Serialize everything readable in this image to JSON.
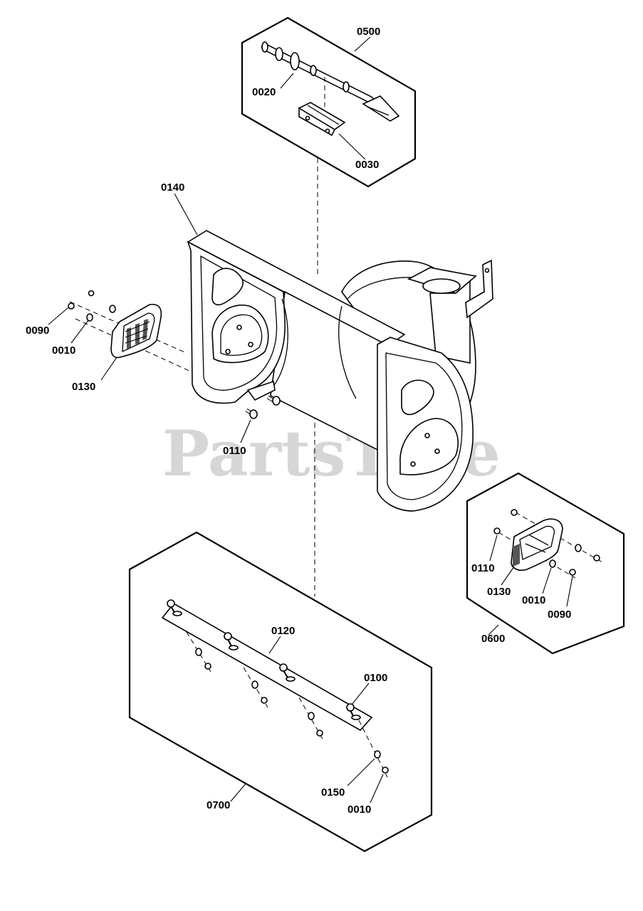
{
  "watermark": "PartsTree",
  "callouts": {
    "kit_0500": "0500",
    "kit_0500_items": [
      "0020",
      "0030"
    ],
    "housing": "0140",
    "left_skid": [
      "0090",
      "0010",
      "0130"
    ],
    "carriage_bolt": "0110",
    "kit_0600": "0600",
    "kit_0600_items": [
      "0110",
      "0130",
      "0010",
      "0090"
    ],
    "kit_0700": "0700",
    "kit_0700_items": [
      "0120",
      "0100",
      "0150",
      "0010"
    ]
  }
}
